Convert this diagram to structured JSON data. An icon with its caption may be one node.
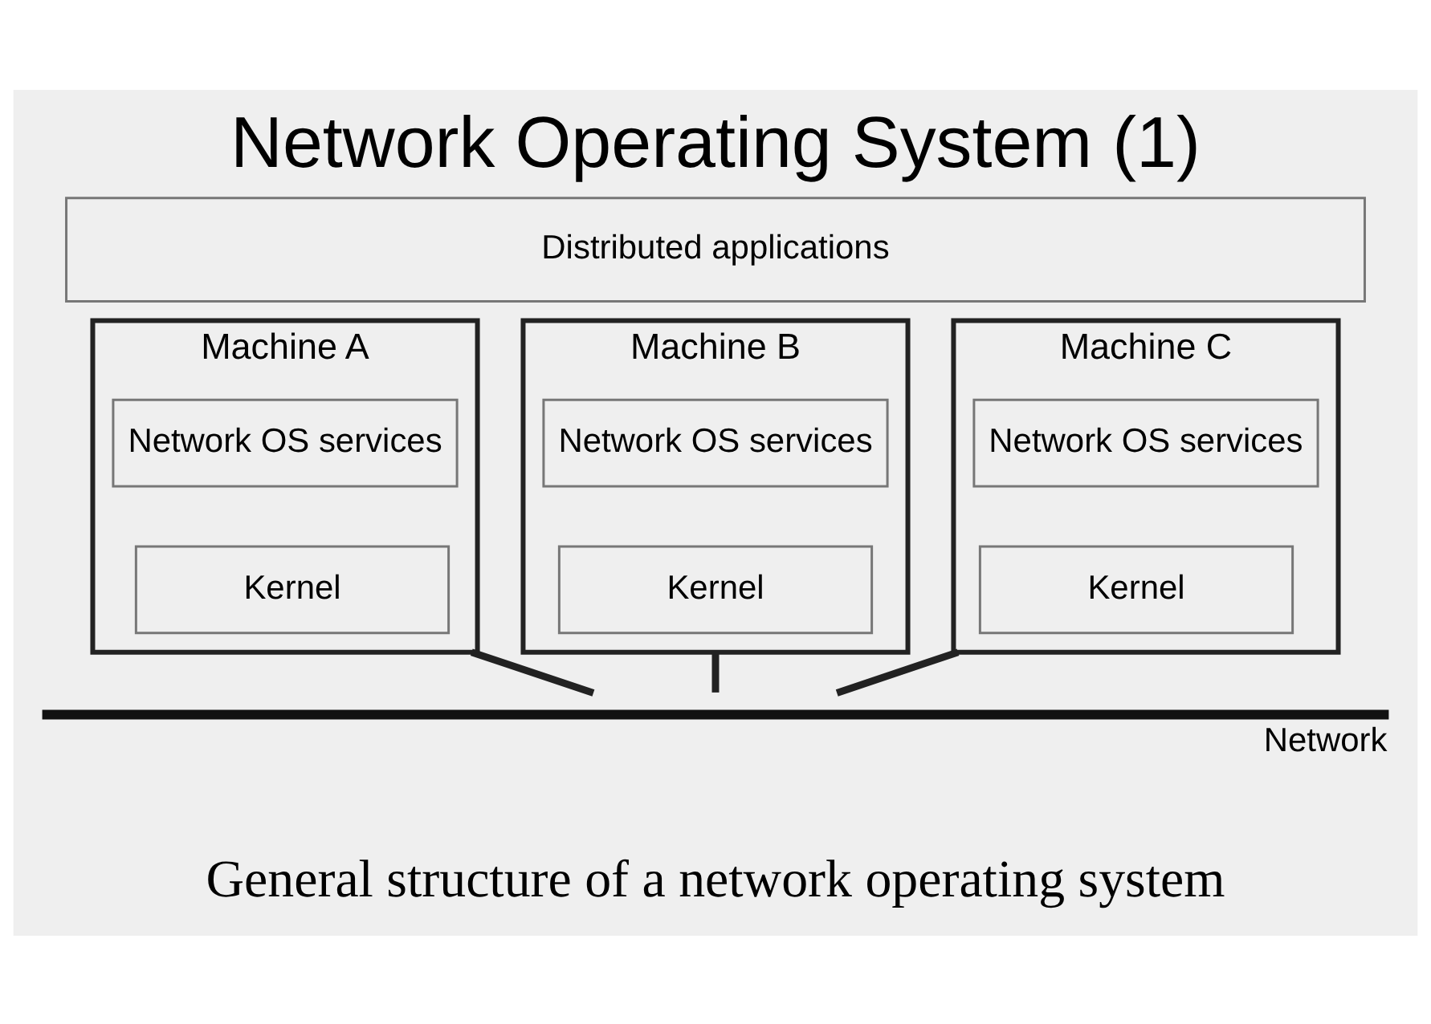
{
  "diagram": {
    "title": "Network Operating System (1)",
    "caption": "General structure of a network operating system",
    "nodes": [
      {
        "text": [
          "Machine A"
        ]
      },
      {
        "text": [
          "Machine B"
        ]
      },
      {
        "text": [
          "Machine C"
        ]
      },
      {
        "text": [
          "Distributed applications"
        ]
      },
      {
        "text": [
          "Network OS services"
        ],
        "in": 0
      },
      {
        "text": [
          "Kernel"
        ],
        "in": 0
      },
      {
        "text": [
          "Network OS services"
        ],
        "in": 1
      },
      {
        "text": [
          "Kernel"
        ],
        "in": 1
      },
      {
        "text": [
          "Network OS services"
        ],
        "in": 2
      },
      {
        "text": [
          "Kernel"
        ],
        "in": 2
      },
      {
        "text": [],
        "shape": "bar",
        "beside": [
          "Network"
        ]
      }
    ],
    "edges": [
      {
        "from": 0,
        "to": 10,
        "arrow": "none"
      },
      {
        "from": 1,
        "to": 10,
        "arrow": "none"
      },
      {
        "from": 2,
        "to": 10,
        "arrow": "none"
      }
    ]
  }
}
